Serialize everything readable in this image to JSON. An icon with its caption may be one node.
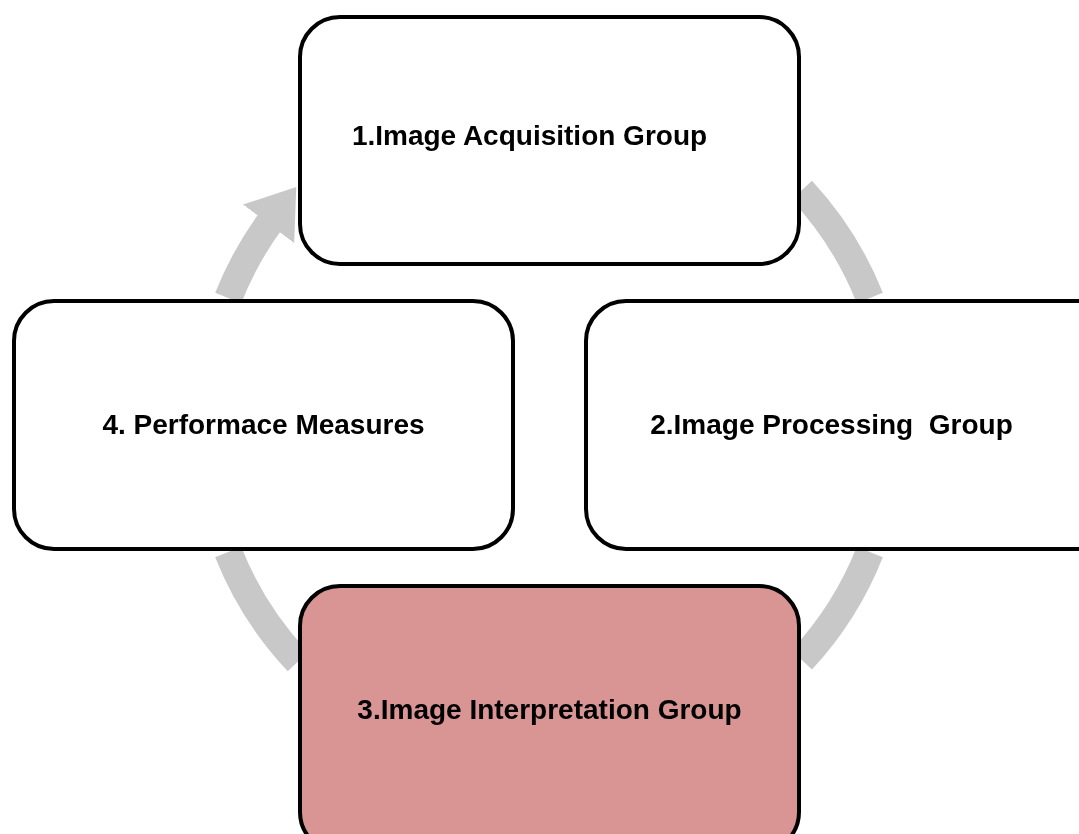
{
  "diagram": {
    "nodes": [
      {
        "text": [
          "1.Image Acquisition Group"
        ]
      },
      {
        "text": [
          "4. Performace Measures"
        ]
      },
      {
        "text": [
          "2.Image Processing  Group"
        ]
      },
      {
        "text": [
          "3.Image Interpretation Group"
        ]
      }
    ],
    "edges": [
      {
        "from": 0,
        "to": 2,
        "arrow": "none"
      },
      {
        "from": 2,
        "to": 3,
        "arrow": "none"
      },
      {
        "from": 3,
        "to": 1,
        "arrow": "none"
      },
      {
        "from": 1,
        "to": 0,
        "arrow": "to"
      }
    ]
  }
}
